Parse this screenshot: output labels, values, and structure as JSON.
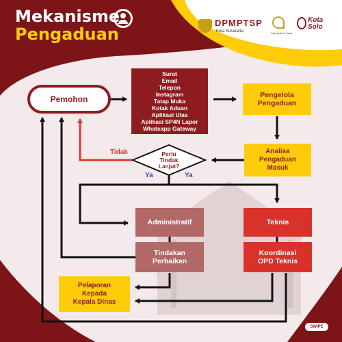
{
  "colors": {
    "maroon": "#8e1c1f",
    "dark_maroon": "#6b0f14",
    "red": "#d8322b",
    "mauve": "#b16866",
    "yellow": "#ffcc0a",
    "bg": "#f3e9ea",
    "pink": "#efdede"
  },
  "header": {
    "title_line1": "Mekanisme",
    "title_line2": "Pengaduan",
    "logo_dpmptsp": "DPMPTSP",
    "logo_city": "Kota Surakarta",
    "logo_spirit": "The Spirit of Java",
    "logo_kota": "Kota",
    "logo_solo": "Solo"
  },
  "nodes": {
    "pemohon": "Pemohon",
    "channels": [
      "Surat",
      "Email",
      "Telepon",
      "Instagram",
      "Tatap Muka",
      "Kotak Aduan",
      "Aplikasi Ulas",
      "Aplikasi SP4N Lapor",
      "Whatsapp Gateway"
    ],
    "pengelola": [
      "Pengelola",
      "Pengaduan"
    ],
    "analisa": [
      "Analisa",
      "Pengaduan",
      "Masuk"
    ],
    "decision": [
      "Perlu",
      "Tindak",
      "Lanjut?"
    ],
    "administratif": "Administratif",
    "tindakan": [
      "Tindakan",
      "Perbaikan"
    ],
    "teknis": "Teknis",
    "koordinasi": [
      "Koordinasi",
      "OPD Teknis"
    ],
    "pelaporan": [
      "Pelaporan",
      "Kepada",
      "Kepala Dinas"
    ]
  },
  "labels": {
    "tidak": "Tidak",
    "ya_left": "Ya",
    "ya_right": "Ya"
  },
  "footer": {
    "swipe": "SWIPE"
  }
}
